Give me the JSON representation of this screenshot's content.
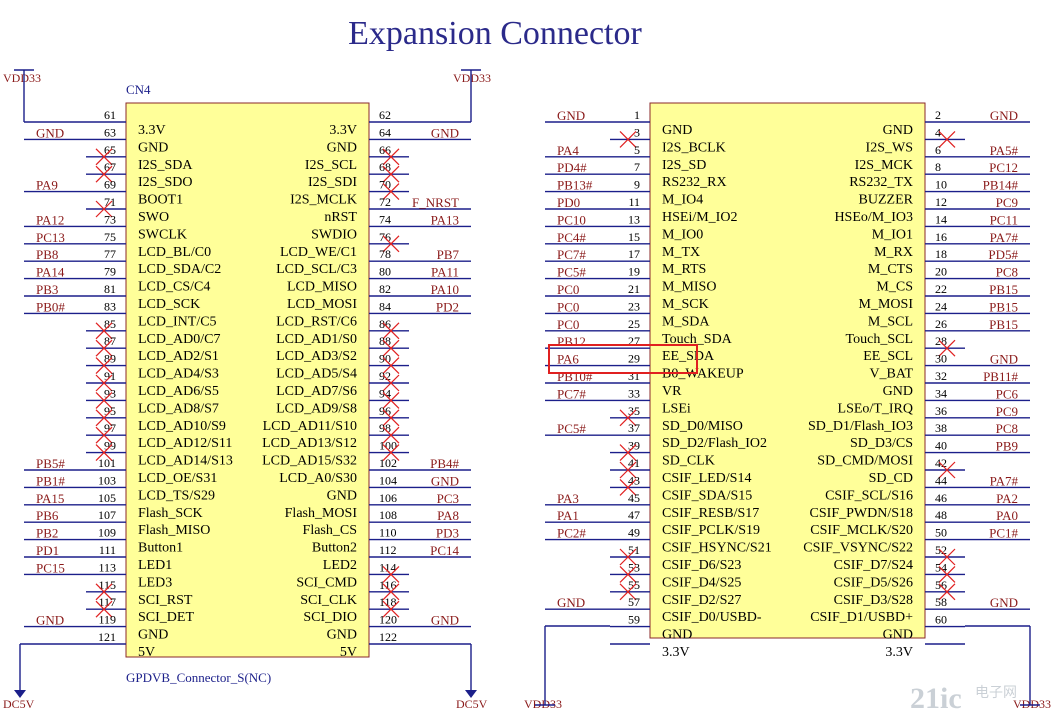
{
  "title": "Expansion Connector",
  "colors": {
    "title": "#2b2a8a",
    "body_fill": "#ffff99",
    "body_stroke": "#8a2a2a",
    "wire": "#1b1f8a",
    "net_text": "#8a1a1a",
    "pin_text": "#000000",
    "nc_mark": "#e02020",
    "highlight": "#e02020"
  },
  "left_connector": {
    "designator": "CN4",
    "part_name": "GPDVB_Connector_S(NC)",
    "supply_top_left": "VDD33",
    "supply_top_right": "VDD33",
    "supply_bottom_left": "DC5V",
    "supply_bottom_right": "DC5V",
    "left_pins": [
      {
        "num": "61",
        "name": "3.3V",
        "net": ""
      },
      {
        "num": "63",
        "name": "GND",
        "net": "GND"
      },
      {
        "num": "65",
        "name": "I2S_SDA",
        "net": "",
        "nc": true
      },
      {
        "num": "67",
        "name": "I2S_SDO",
        "net": "",
        "nc": true
      },
      {
        "num": "69",
        "name": "BOOT1",
        "net": "PA9"
      },
      {
        "num": "71",
        "name": "SWO",
        "net": "",
        "nc": true
      },
      {
        "num": "73",
        "name": "SWCLK",
        "net": "PA12"
      },
      {
        "num": "75",
        "name": "LCD_BL/C0",
        "net": "PC13"
      },
      {
        "num": "77",
        "name": "LCD_SDA/C2",
        "net": "PB8"
      },
      {
        "num": "79",
        "name": "LCD_CS/C4",
        "net": "PA14"
      },
      {
        "num": "81",
        "name": "LCD_SCK",
        "net": "PB3"
      },
      {
        "num": "83",
        "name": "LCD_INT/C5",
        "net": "PB0#"
      },
      {
        "num": "85",
        "name": "LCD_AD0/C7",
        "net": "",
        "nc": true
      },
      {
        "num": "87",
        "name": "LCD_AD2/S1",
        "net": "",
        "nc": true
      },
      {
        "num": "89",
        "name": "LCD_AD4/S3",
        "net": "",
        "nc": true
      },
      {
        "num": "91",
        "name": "LCD_AD6/S5",
        "net": "",
        "nc": true
      },
      {
        "num": "93",
        "name": "LCD_AD8/S7",
        "net": "",
        "nc": true
      },
      {
        "num": "95",
        "name": "LCD_AD10/S9",
        "net": "",
        "nc": true
      },
      {
        "num": "97",
        "name": "LCD_AD12/S11",
        "net": "",
        "nc": true
      },
      {
        "num": "99",
        "name": "LCD_AD14/S13",
        "net": "",
        "nc": true
      },
      {
        "num": "101",
        "name": "LCD_OE/S31",
        "net": "PB5#"
      },
      {
        "num": "103",
        "name": "LCD_TS/S29",
        "net": "PB1#"
      },
      {
        "num": "105",
        "name": "Flash_SCK",
        "net": "PA15"
      },
      {
        "num": "107",
        "name": "Flash_MISO",
        "net": "PB6"
      },
      {
        "num": "109",
        "name": "Button1",
        "net": "PB2"
      },
      {
        "num": "111",
        "name": "LED1",
        "net": "PD1"
      },
      {
        "num": "113",
        "name": "LED3",
        "net": "PC15"
      },
      {
        "num": "115",
        "name": "SCI_RST",
        "net": "",
        "nc": true
      },
      {
        "num": "117",
        "name": "SCI_DET",
        "net": "",
        "nc": true
      },
      {
        "num": "119",
        "name": "GND",
        "net": "GND"
      },
      {
        "num": "121",
        "name": "5V",
        "net": ""
      }
    ],
    "right_pins": [
      {
        "num": "62",
        "name": "3.3V",
        "net": ""
      },
      {
        "num": "64",
        "name": "GND",
        "net": "GND"
      },
      {
        "num": "66",
        "name": "I2S_SCL",
        "net": "",
        "nc": true
      },
      {
        "num": "68",
        "name": "I2S_SDI",
        "net": "",
        "nc": true
      },
      {
        "num": "70",
        "name": "I2S_MCLK",
        "net": "",
        "nc": true
      },
      {
        "num": "72",
        "name": "nRST",
        "net": "F_NRST"
      },
      {
        "num": "74",
        "name": "SWDIO",
        "net": "PA13"
      },
      {
        "num": "76",
        "name": "LCD_WE/C1",
        "net": "",
        "nc": true
      },
      {
        "num": "78",
        "name": "LCD_SCL/C3",
        "net": "PB7"
      },
      {
        "num": "80",
        "name": "LCD_MISO",
        "net": "PA11"
      },
      {
        "num": "82",
        "name": "LCD_MOSI",
        "net": "PA10"
      },
      {
        "num": "84",
        "name": "LCD_RST/C6",
        "net": "PD2"
      },
      {
        "num": "86",
        "name": "LCD_AD1/S0",
        "net": "",
        "nc": true
      },
      {
        "num": "88",
        "name": "LCD_AD3/S2",
        "net": "",
        "nc": true
      },
      {
        "num": "90",
        "name": "LCD_AD5/S4",
        "net": "",
        "nc": true
      },
      {
        "num": "92",
        "name": "LCD_AD7/S6",
        "net": "",
        "nc": true
      },
      {
        "num": "94",
        "name": "LCD_AD9/S8",
        "net": "",
        "nc": true
      },
      {
        "num": "96",
        "name": "LCD_AD11/S10",
        "net": "",
        "nc": true
      },
      {
        "num": "98",
        "name": "LCD_AD13/S12",
        "net": "",
        "nc": true
      },
      {
        "num": "100",
        "name": "LCD_AD15/S32",
        "net": "",
        "nc": true
      },
      {
        "num": "102",
        "name": "LCD_A0/S30",
        "net": "PB4#"
      },
      {
        "num": "104",
        "name": "GND",
        "net": "GND"
      },
      {
        "num": "106",
        "name": "Flash_MOSI",
        "net": "PC3"
      },
      {
        "num": "108",
        "name": "Flash_CS",
        "net": "PA8"
      },
      {
        "num": "110",
        "name": "Button2",
        "net": "PD3"
      },
      {
        "num": "112",
        "name": "LED2",
        "net": "PC14"
      },
      {
        "num": "114",
        "name": "SCI_CMD",
        "net": "",
        "nc": true
      },
      {
        "num": "116",
        "name": "SCI_CLK",
        "net": "",
        "nc": true
      },
      {
        "num": "118",
        "name": "SCI_DIO",
        "net": "",
        "nc": true
      },
      {
        "num": "120",
        "name": "GND",
        "net": "GND"
      },
      {
        "num": "122",
        "name": "5V",
        "net": ""
      }
    ]
  },
  "right_connector": {
    "supply_bottom_left": "VDD33",
    "supply_bottom_right": "VDD33",
    "left_pins": [
      {
        "num": "1",
        "name": "GND",
        "net": "GND"
      },
      {
        "num": "3",
        "name": "I2S_BCLK",
        "net": "",
        "nc": true
      },
      {
        "num": "5",
        "name": "I2S_SD",
        "net": "PA4"
      },
      {
        "num": "7",
        "name": "RS232_RX",
        "net": "PD4#"
      },
      {
        "num": "9",
        "name": "M_IO4",
        "net": "PB13#"
      },
      {
        "num": "11",
        "name": "HSEi/M_IO2",
        "net": "PD0"
      },
      {
        "num": "13",
        "name": "M_IO0",
        "net": "PC10"
      },
      {
        "num": "15",
        "name": "M_TX",
        "net": "PC4#"
      },
      {
        "num": "17",
        "name": "M_RTS",
        "net": "PC7#"
      },
      {
        "num": "19",
        "name": "M_MISO",
        "net": "PC5#"
      },
      {
        "num": "21",
        "name": "M_SCK",
        "net": "PC0"
      },
      {
        "num": "23",
        "name": "M_SDA",
        "net": "PC0"
      },
      {
        "num": "25",
        "name": "Touch_SDA",
        "net": "PC0"
      },
      {
        "num": "27",
        "name": "EE_SDA",
        "net": "PB12"
      },
      {
        "num": "29",
        "name": "B0_WAKEUP",
        "net": "PA6"
      },
      {
        "num": "31",
        "name": "VR",
        "net": "PB10#"
      },
      {
        "num": "33",
        "name": "LSEi",
        "net": "PC7#"
      },
      {
        "num": "35",
        "name": "SD_D0/MISO",
        "net": "",
        "nc": true
      },
      {
        "num": "37",
        "name": "SD_D2/Flash_IO2",
        "net": "PC5#"
      },
      {
        "num": "39",
        "name": "SD_CLK",
        "net": "",
        "nc": true
      },
      {
        "num": "41",
        "name": "CSIF_LED/S14",
        "net": "",
        "nc": true
      },
      {
        "num": "43",
        "name": "CSIF_SDA/S15",
        "net": "",
        "nc": true
      },
      {
        "num": "45",
        "name": "CSIF_RESB/S17",
        "net": "PA3"
      },
      {
        "num": "47",
        "name": "CSIF_PCLK/S19",
        "net": "PA1"
      },
      {
        "num": "49",
        "name": "CSIF_HSYNC/S21",
        "net": "PC2#"
      },
      {
        "num": "51",
        "name": "CSIF_D6/S23",
        "net": "",
        "nc": true
      },
      {
        "num": "53",
        "name": "CSIF_D4/S25",
        "net": "",
        "nc": true
      },
      {
        "num": "55",
        "name": "CSIF_D2/S27",
        "net": "",
        "nc": true
      },
      {
        "num": "57",
        "name": "CSIF_D0/USBD-",
        "net": "GND"
      },
      {
        "num": "59",
        "name": "GND",
        "net": ""
      },
      {
        "num": "",
        "name": "3.3V",
        "net": ""
      }
    ],
    "right_pins": [
      {
        "num": "2",
        "name": "GND",
        "net": "GND"
      },
      {
        "num": "4",
        "name": "I2S_WS",
        "net": "",
        "nc": true
      },
      {
        "num": "6",
        "name": "I2S_MCK",
        "net": "PA5#"
      },
      {
        "num": "8",
        "name": "RS232_TX",
        "net": "PC12"
      },
      {
        "num": "10",
        "name": "BUZZER",
        "net": "PB14#"
      },
      {
        "num": "12",
        "name": "HSEo/M_IO3",
        "net": "PC9"
      },
      {
        "num": "14",
        "name": "M_IO1",
        "net": "PC11"
      },
      {
        "num": "16",
        "name": "M_RX",
        "net": "PA7#"
      },
      {
        "num": "18",
        "name": "M_CTS",
        "net": "PD5#"
      },
      {
        "num": "20",
        "name": "M_CS",
        "net": "PC8"
      },
      {
        "num": "22",
        "name": "M_MOSI",
        "net": "PB15"
      },
      {
        "num": "24",
        "name": "M_SCL",
        "net": "PB15"
      },
      {
        "num": "26",
        "name": "Touch_SCL",
        "net": "PB15"
      },
      {
        "num": "28",
        "name": "EE_SCL",
        "net": "",
        "nc": true
      },
      {
        "num": "30",
        "name": "V_BAT",
        "net": "GND"
      },
      {
        "num": "32",
        "name": "GND",
        "net": "PB11#"
      },
      {
        "num": "34",
        "name": "LSEo/T_IRQ",
        "net": "PC6"
      },
      {
        "num": "36",
        "name": "SD_D1/Flash_IO3",
        "net": "PC9"
      },
      {
        "num": "38",
        "name": "SD_D3/CS",
        "net": "PC8"
      },
      {
        "num": "40",
        "name": "SD_CMD/MOSI",
        "net": "PB9"
      },
      {
        "num": "42",
        "name": "SD_CD",
        "net": "",
        "nc": true
      },
      {
        "num": "44",
        "name": "CSIF_SCL/S16",
        "net": "PA7#"
      },
      {
        "num": "46",
        "name": "CSIF_PWDN/S18",
        "net": "PA2"
      },
      {
        "num": "48",
        "name": "CSIF_MCLK/S20",
        "net": "PA0"
      },
      {
        "num": "50",
        "name": "CSIF_VSYNC/S22",
        "net": "PC1#"
      },
      {
        "num": "52",
        "name": "CSIF_D7/S24",
        "net": "",
        "nc": true
      },
      {
        "num": "54",
        "name": "CSIF_D5/S26",
        "net": "",
        "nc": true
      },
      {
        "num": "56",
        "name": "CSIF_D3/S28",
        "net": "",
        "nc": true
      },
      {
        "num": "58",
        "name": "CSIF_D1/USBD+",
        "net": "GND"
      },
      {
        "num": "60",
        "name": "GND",
        "net": ""
      },
      {
        "num": "",
        "name": "3.3V",
        "net": ""
      }
    ]
  },
  "watermark": {
    "text": "21ic",
    "subtext": "电子网"
  }
}
